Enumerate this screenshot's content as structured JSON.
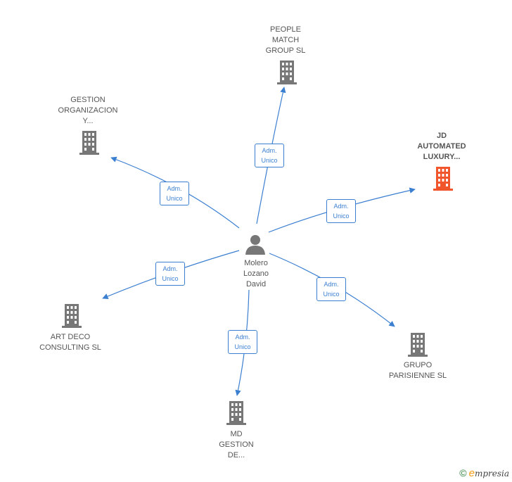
{
  "center": {
    "name": "Molero\nLozano\nDavid",
    "icon": "person-icon"
  },
  "companies": [
    {
      "id": "people-match",
      "name": "PEOPLE\nMATCH\nGROUP  SL",
      "icon": "building-icon",
      "color": "#777777",
      "edge": "Adm.\nUnico"
    },
    {
      "id": "gestion-organizacion",
      "name": "GESTION\nORGANIZACION\nY...",
      "icon": "building-icon",
      "color": "#777777",
      "edge": "Adm.\nUnico"
    },
    {
      "id": "jd-automated",
      "name": "JD\nAUTOMATED\nLUXURY...",
      "icon": "building-icon",
      "color": "#f0552b",
      "edge": "Adm.\nUnico"
    },
    {
      "id": "art-deco",
      "name": "ART DECO\nCONSULTING SL",
      "icon": "building-icon",
      "color": "#777777",
      "edge": "Adm.\nUnico"
    },
    {
      "id": "grupo-parisienne",
      "name": "GRUPO\nPARISIENNE SL",
      "icon": "building-icon",
      "color": "#777777",
      "edge": "Adm.\nUnico"
    },
    {
      "id": "md-gestion",
      "name": "MD\nGESTION\nDE...",
      "icon": "building-icon",
      "color": "#777777",
      "edge": "Adm.\nUnico"
    }
  ],
  "watermark": {
    "symbol": "©",
    "brand_initial": "e",
    "brand_rest": "mpresia"
  },
  "colors": {
    "edge": "#3b7fd1",
    "node": "#777777",
    "highlight": "#f0552b"
  }
}
